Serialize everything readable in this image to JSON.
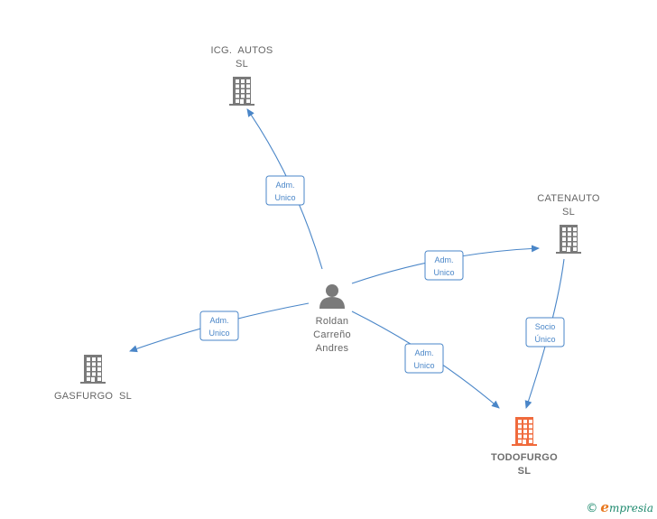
{
  "colors": {
    "edge": "#4a86c8",
    "company": "#7a7a7a",
    "company_highlight": "#f06a3c",
    "person": "#7a7a7a",
    "label": "#666666"
  },
  "nodes": [
    {
      "id": "roldan",
      "type": "person",
      "lines": [
        "Roldan",
        "Carreño",
        "Andres"
      ]
    },
    {
      "id": "icg",
      "type": "company",
      "lines": [
        "ICG.  AUTOS",
        "SL"
      ]
    },
    {
      "id": "catenauto",
      "type": "company",
      "lines": [
        "CATENAUTO",
        "SL"
      ]
    },
    {
      "id": "gasfurgo",
      "type": "company",
      "lines": [
        "GASFURGO  SL"
      ]
    },
    {
      "id": "todofurgo",
      "type": "company",
      "highlight": true,
      "lines": [
        "TODOFURGO",
        "SL"
      ]
    }
  ],
  "edges": [
    {
      "id": "roldan-icg",
      "from": "roldan",
      "to": "icg",
      "label": [
        "Adm.",
        "Unico"
      ]
    },
    {
      "id": "roldan-catenauto",
      "from": "roldan",
      "to": "catenauto",
      "label": [
        "Adm.",
        "Unico"
      ]
    },
    {
      "id": "roldan-gasfurgo",
      "from": "roldan",
      "to": "gasfurgo",
      "label": [
        "Adm.",
        "Unico"
      ]
    },
    {
      "id": "roldan-todofurgo",
      "from": "roldan",
      "to": "todofurgo",
      "label": [
        "Adm.",
        "Unico"
      ]
    },
    {
      "id": "catenauto-todofurgo",
      "from": "catenauto",
      "to": "todofurgo",
      "label": [
        "Socio",
        "Único"
      ]
    }
  ],
  "watermark": {
    "copyright": "©",
    "brand_initial": "e",
    "brand_rest": "mpresia"
  }
}
